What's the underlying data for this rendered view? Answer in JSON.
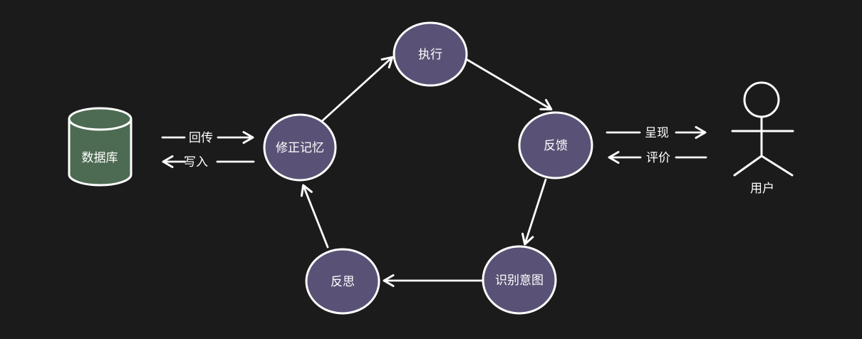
{
  "diagram": {
    "colors": {
      "background": "#1b1b1b",
      "stroke": "#ffffff",
      "node_fill": "#5a5276",
      "database_fill": "#4d6b52",
      "text": "#ffffff"
    },
    "nodes": {
      "execute": {
        "label": "执行"
      },
      "feedback": {
        "label": "反馈"
      },
      "recognize_intent": {
        "label": "识别意图"
      },
      "reflect": {
        "label": "反思"
      },
      "revise_memory": {
        "label": "修正记忆"
      }
    },
    "database": {
      "label": "数据库"
    },
    "user": {
      "label": "用户"
    },
    "edge_labels": {
      "send_back": "回传",
      "write": "写入",
      "present": "呈现",
      "evaluate": "评价"
    },
    "flow": [
      "修正记忆 → 执行",
      "执行 → 反馈",
      "反馈 → 识别意图",
      "识别意图 → 反思",
      "反思 → 修正记忆",
      "回传: 数据库 → 修正记忆",
      "写入: 修正记忆 → 数据库",
      "呈现: 反馈 → 用户",
      "评价: 用户 → 反馈"
    ]
  }
}
